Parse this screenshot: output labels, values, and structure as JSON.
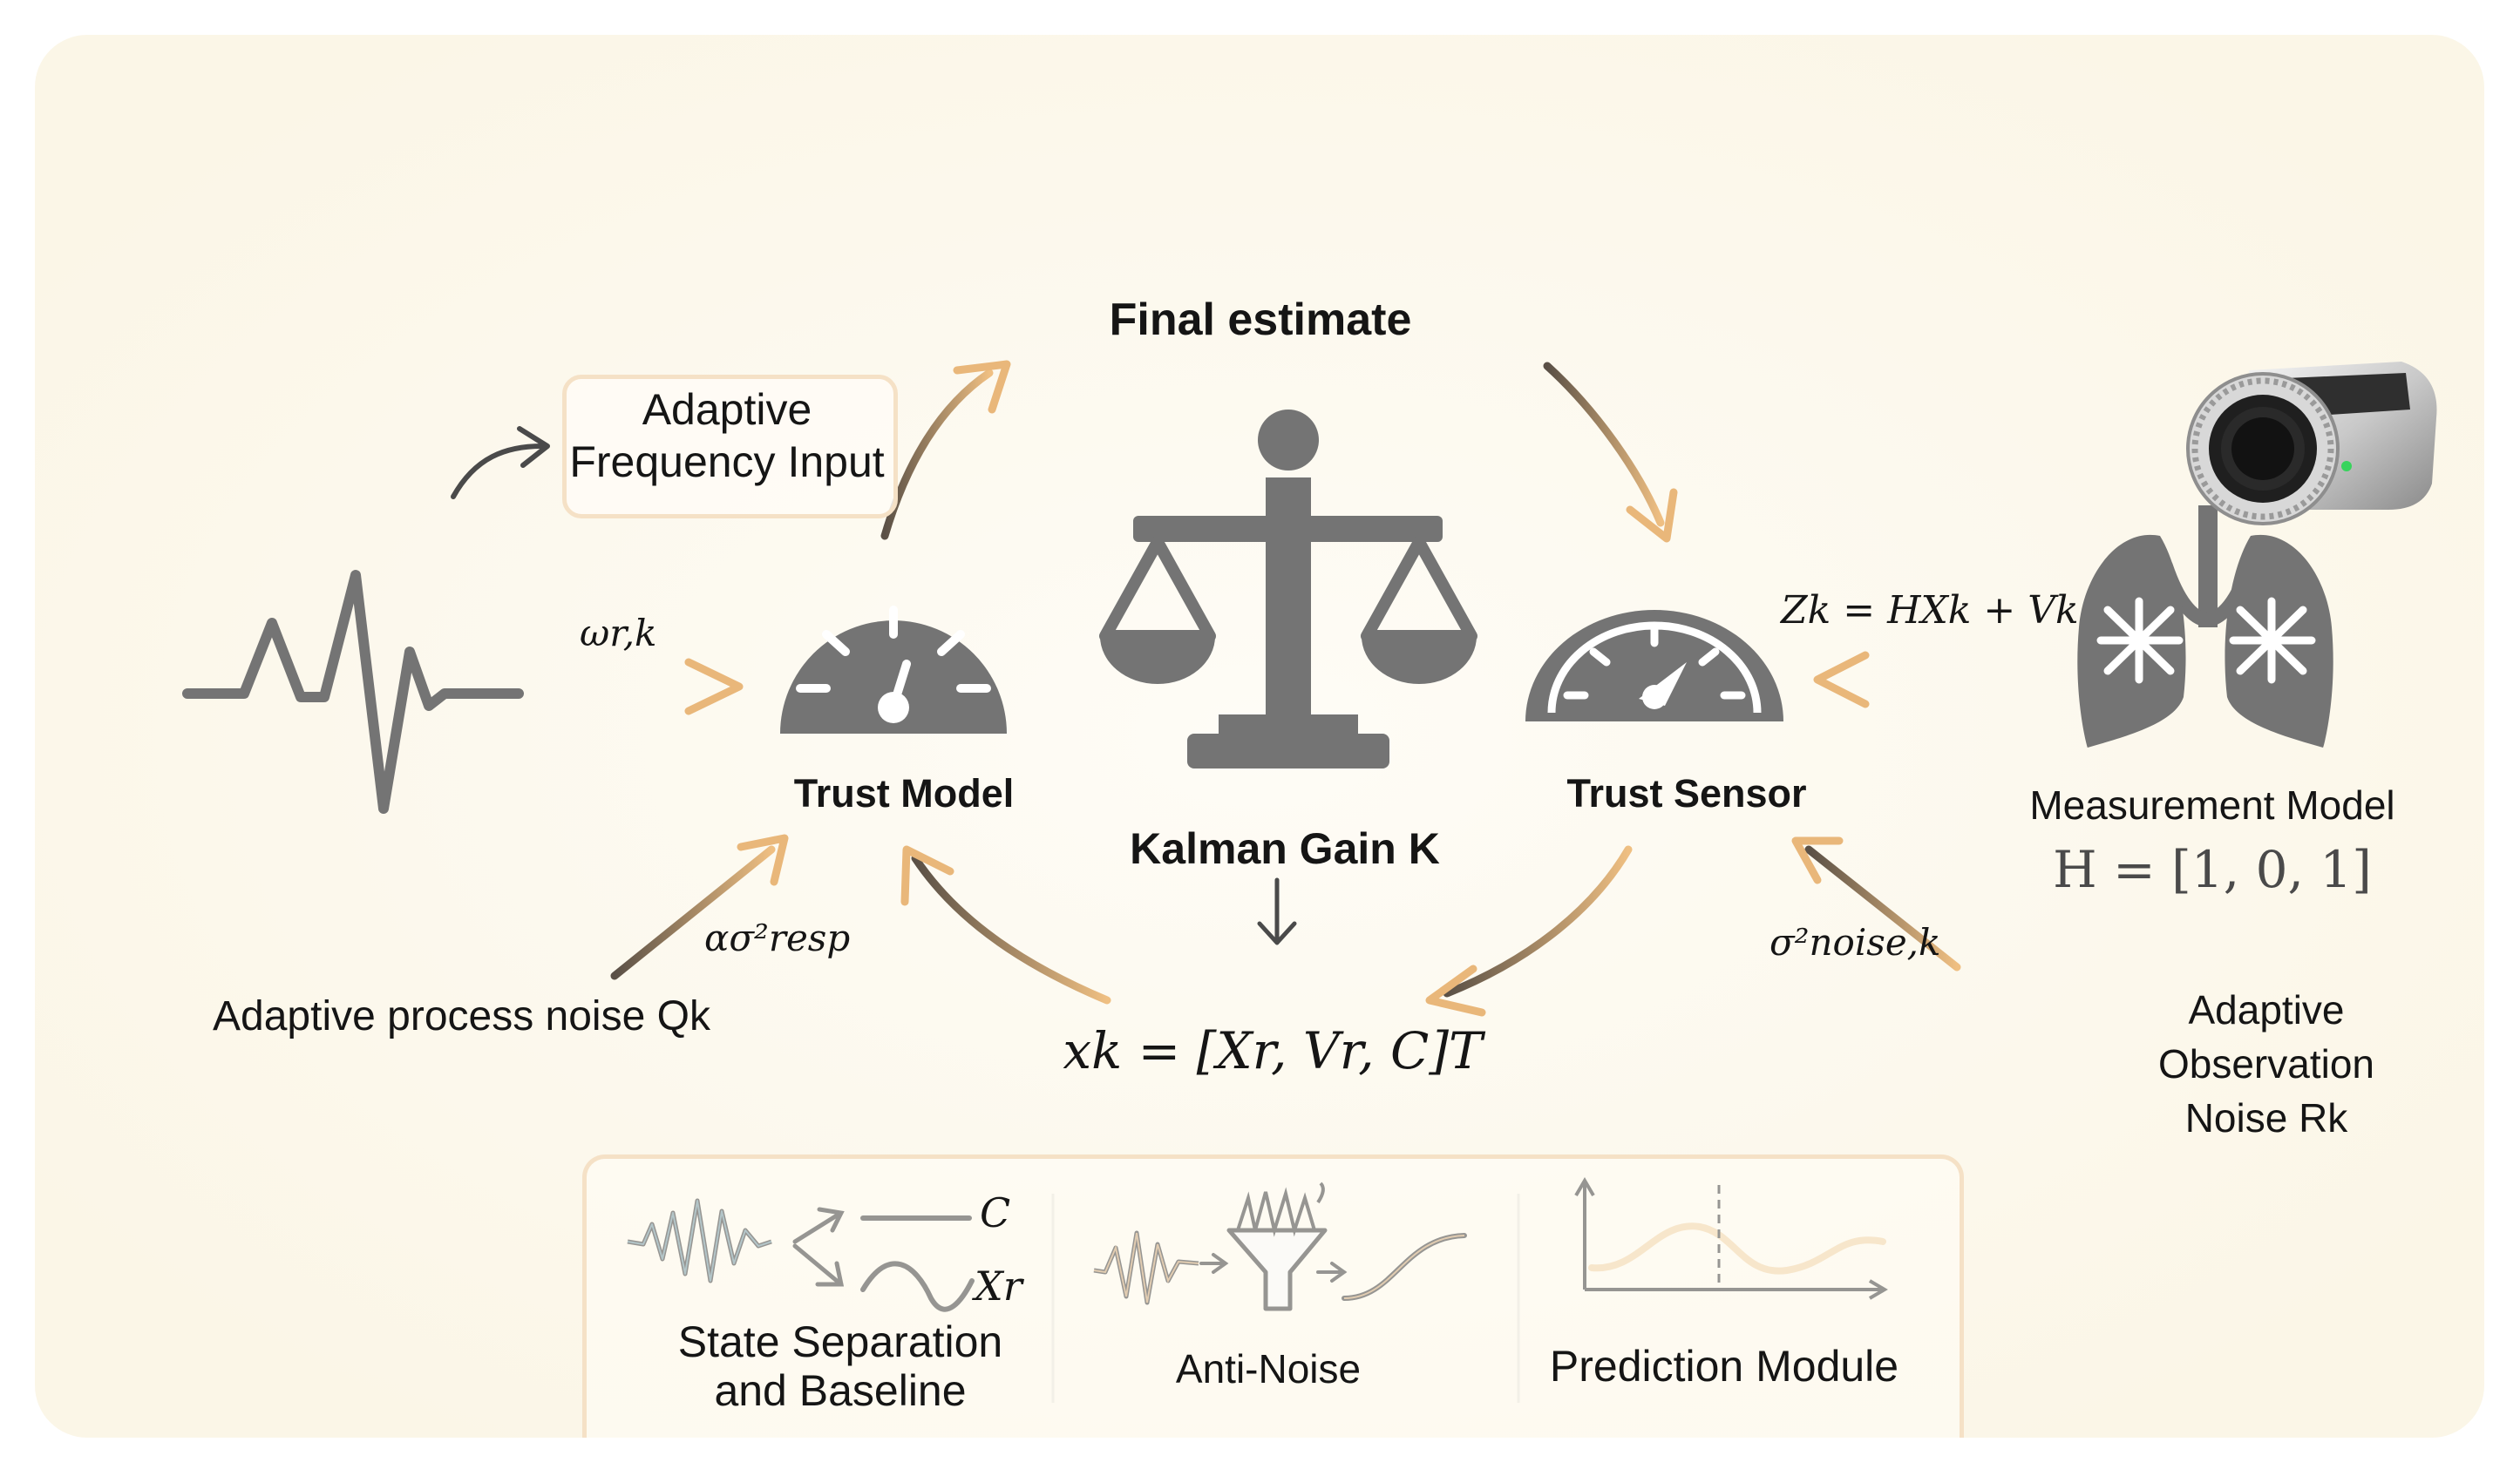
{
  "title": "Final estimate",
  "adaptive_frequency_input": "Adaptive\nFrequency Input",
  "trust_model": "Trust Model",
  "trust_sensor": "Trust Sensor",
  "kalman_gain": "Kalman Gain K",
  "omega_label": "ωr,k",
  "process_noise_symbol": "ασ²resp",
  "adaptive_process_noise": "Adaptive process noise Qk",
  "state_vector": "xk = [Xr, Vr, C]T",
  "observation_equation": "Zk = HXk + Vk",
  "noise_symbol": "σ²noise,k",
  "measurement_model": "Measurement Model",
  "measurement_matrix": "H = [1, 0, 1]",
  "adaptive_observation_noise": "Adaptive Observation\nNoise Rk",
  "modules": [
    {
      "label": "State Separation\nand Baseline",
      "icon": "signal-split-icon",
      "tags": [
        "C",
        "Xr"
      ]
    },
    {
      "label": "Anti-Noise",
      "icon": "filter-funnel-icon"
    },
    {
      "label": "Prediction Module",
      "icon": "prediction-plot-icon"
    }
  ],
  "colors": {
    "icon_gray": "#747474",
    "arrow_orange": "#e9b77a",
    "arrow_dark": "#4a4a4a",
    "panel_border": "#f5e1c6",
    "warm_background": "#fdfaf1"
  }
}
